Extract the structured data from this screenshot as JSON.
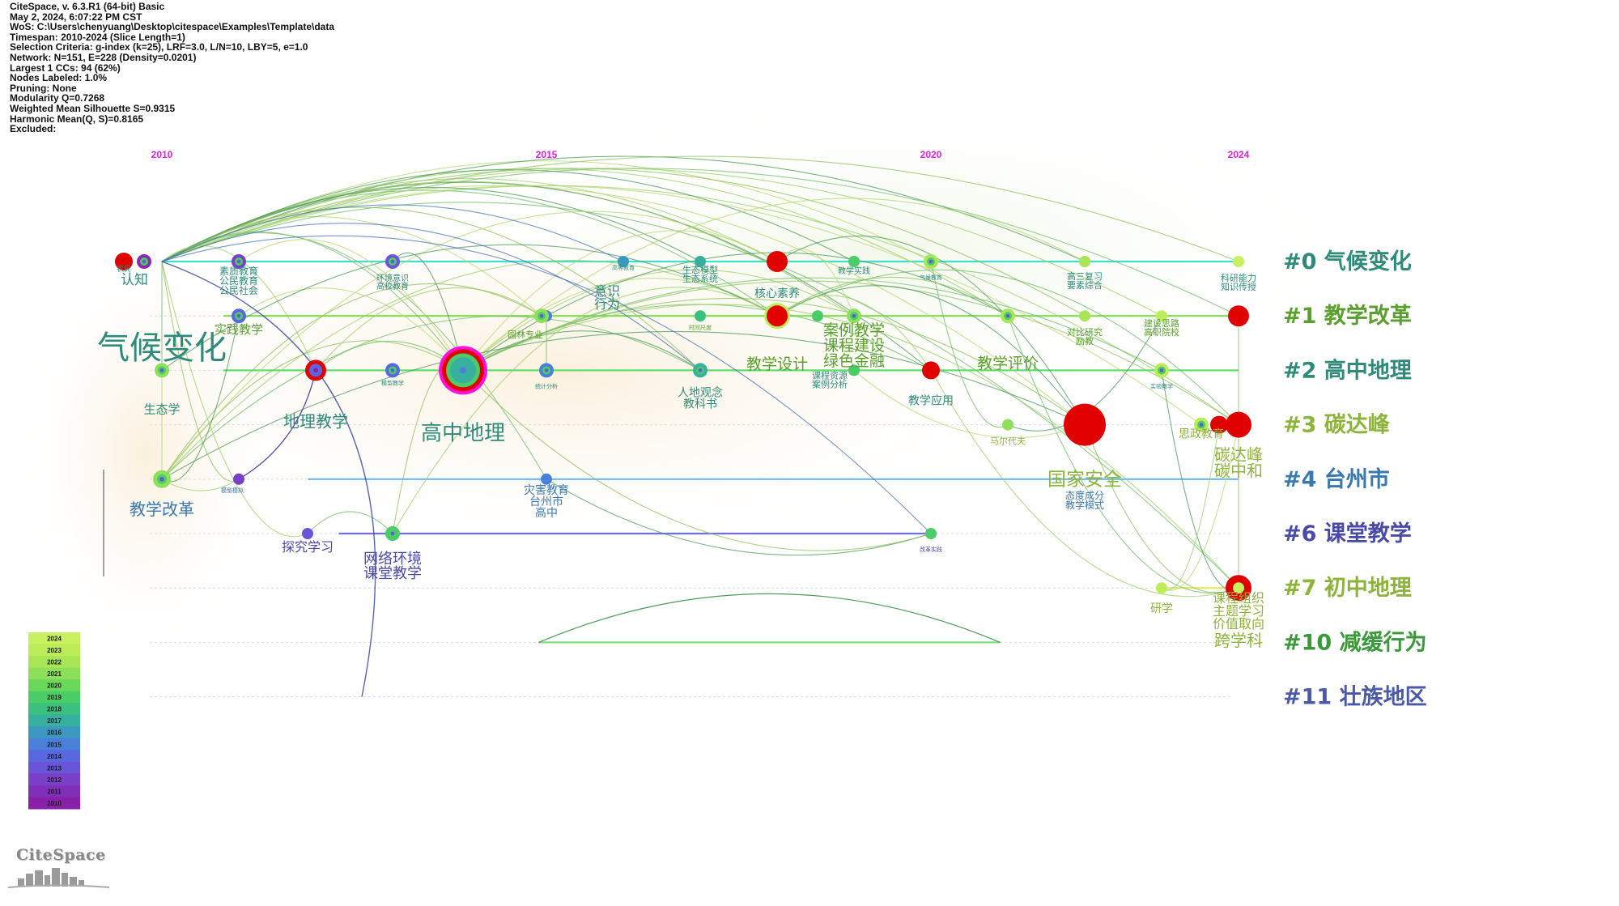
{
  "info_lines": [
    "CiteSpace, v. 6.3.R1 (64-bit) Basic",
    "May 2, 2024, 6:07:22 PM CST",
    "WoS: C:\\Users\\chenyuang\\Desktop\\citespace\\Examples\\Template\\data",
    "Timespan: 2010-2024 (Slice Length=1)",
    "Selection Criteria: g-index (k=25), LRF=3.0, L/N=10, LBY=5, e=1.0",
    "Network: N=151, E=228 (Density=0.0201)",
    "Largest 1 CCs: 94 (62%)",
    "Nodes Labeled: 1.0%",
    "Pruning: None",
    "Modularity Q=0.7268",
    "Weighted Mean Silhouette S=0.9315",
    "Harmonic Mean(Q, S)=0.8165",
    "Excluded:"
  ],
  "logo_text": "CiteSpace",
  "colors": {
    "year_label": "#e020e0",
    "burst": "#e00000",
    "centrality_ring": "#ff10e0"
  },
  "chart_data": {
    "type": "timeline",
    "x_axis": {
      "min": 2010,
      "max": 2024,
      "tick_labels": [
        "2010",
        "2015",
        "2020",
        "2024"
      ]
    },
    "clusters": [
      {
        "id": 0,
        "label": "#0 气候变化",
        "color": "#2e8b7a",
        "line_color": "#40e0d0",
        "x_range": [
          2010,
          2024
        ]
      },
      {
        "id": 1,
        "label": "#1 教学改革",
        "color": "#5aa02c",
        "line_color": "#7ee04a",
        "x_range": [
          2010.8,
          2024
        ]
      },
      {
        "id": 2,
        "label": "#2 高中地理",
        "color": "#2e8b7a",
        "line_color": "#5fe06a",
        "x_range": [
          2010.8,
          2024
        ]
      },
      {
        "id": 3,
        "label": "#3 碳达峰",
        "color": "#8db43a",
        "line_color": "#d8d8d8",
        "x_range": [
          2010,
          2024
        ]
      },
      {
        "id": 4,
        "label": "#4 台州市",
        "color": "#3a78b0",
        "line_color": "#6fb8ee",
        "x_range": [
          2011.9,
          2024
        ]
      },
      {
        "id": 6,
        "label": "#6 课堂教学",
        "color": "#4a4aa8",
        "line_color": "#7070d8",
        "x_range": [
          2012.3,
          2020
        ]
      },
      {
        "id": 7,
        "label": "#7 初中地理",
        "color": "#8db43a",
        "line_color": "#e0e860",
        "x_range": [
          2023,
          2024
        ]
      },
      {
        "id": 10,
        "label": "#10 减缓行为",
        "color": "#3a9a3a",
        "line_color": "#80e080",
        "x_range": [
          2014.9,
          2020.9
        ]
      },
      {
        "id": 11,
        "label": "#11 壮族地区",
        "color": "#4a5aa8",
        "line_color": "#d8d8d8",
        "x_range": [
          2010,
          2024
        ]
      }
    ],
    "year_colors": [
      {
        "year": "2024",
        "color": "#c8f060"
      },
      {
        "year": "2023",
        "color": "#bcec58"
      },
      {
        "year": "2022",
        "color": "#a8e658"
      },
      {
        "year": "2021",
        "color": "#8ee05a"
      },
      {
        "year": "2020",
        "color": "#6ad85a"
      },
      {
        "year": "2019",
        "color": "#4acc66"
      },
      {
        "year": "2018",
        "color": "#3cc080"
      },
      {
        "year": "2017",
        "color": "#38b0a0"
      },
      {
        "year": "2016",
        "color": "#3c98c0"
      },
      {
        "year": "2015",
        "color": "#4a80d8"
      },
      {
        "year": "2014",
        "color": "#5a68e0"
      },
      {
        "year": "2013",
        "color": "#6a54d8"
      },
      {
        "year": "2012",
        "color": "#7a40c8"
      },
      {
        "year": "2011",
        "color": "#8030b8"
      },
      {
        "year": "2010",
        "color": "#8820a8"
      }
    ],
    "nodes": [
      {
        "id": "n1",
        "c": 0,
        "year": 2010,
        "r": 3,
        "color": "#8a2ab0",
        "burst": true,
        "labels": [
          "农民"
        ],
        "fs": 9
      },
      {
        "id": "qh",
        "c": 0,
        "year": 2010,
        "r": 10,
        "color": "#66cc44",
        "ring": true,
        "labels": []
      },
      {
        "id": "rz",
        "c": 0,
        "year": 2010,
        "r": 2,
        "color": "#8a2ab0",
        "labels": [
          "认知"
        ],
        "fs": 17
      },
      {
        "id": "n2",
        "c": 0,
        "year": 2011,
        "r": 2,
        "color": "#7a40c8",
        "labels": [
          "素质教育",
          "公民教育",
          "公民社会"
        ],
        "fs": 12
      },
      {
        "id": "n3",
        "c": 0,
        "year": 2013,
        "r": 2,
        "color": "#6a54d8",
        "labels": [
          "环境意识",
          "高校教育"
        ],
        "fs": 10
      },
      {
        "id": "n4",
        "c": 0,
        "year": 2016,
        "r": 1,
        "color": "#3c98c0",
        "labels": [
          "高等教育"
        ],
        "fs": 7
      },
      {
        "id": "n5",
        "c": 0,
        "year": 2017,
        "r": 1,
        "color": "#38b0a0",
        "labels": [
          "生态模型",
          "生态系统"
        ],
        "fs": 11
      },
      {
        "id": "n6",
        "c": 0,
        "year": 2018,
        "r": 4,
        "color": "#e00000",
        "burst": true,
        "labels": [
          "核心素养"
        ],
        "fs": 14
      },
      {
        "id": "n7",
        "c": 0,
        "year": 2019,
        "r": 1,
        "color": "#4acc66",
        "labels": [
          "教学实践"
        ],
        "fs": 10
      },
      {
        "id": "n8",
        "c": 0,
        "year": 2020,
        "r": 2,
        "color": "#a8e658",
        "labels": [
          "气候教育"
        ],
        "fs": 7
      },
      {
        "id": "n9",
        "c": 0,
        "year": 2022,
        "r": 1,
        "color": "#a8e658",
        "labels": [
          "高三复习",
          "要素综合"
        ],
        "fs": 11
      },
      {
        "id": "n10",
        "c": 0,
        "year": 2024,
        "r": 1,
        "color": "#c8f060",
        "labels": [
          "科研能力",
          "知识传授"
        ],
        "fs": 11
      },
      {
        "id": "sy",
        "c": 0,
        "year": 2016,
        "r": 0,
        "color": "#3c98c0",
        "labels": [
          "意识",
          "行为"
        ],
        "fs": 16
      },
      {
        "id": "m1",
        "c": 1,
        "year": 2011,
        "r": 2,
        "color": "#5a68e0",
        "labels": [
          "实践教学"
        ],
        "fs": 15
      },
      {
        "id": "m2",
        "c": 1,
        "year": 2015,
        "r": 1,
        "color": "#4a80d8",
        "labels": [
          "园林专业"
        ],
        "fs": 11
      },
      {
        "id": "m3",
        "c": 1,
        "year": 2015,
        "r": 2,
        "color": "#8ee05a",
        "labels": []
      },
      {
        "id": "m4",
        "c": 1,
        "year": 2017,
        "r": 1,
        "color": "#3cc080",
        "labels": [
          "时间尺度"
        ],
        "fs": 7
      },
      {
        "id": "m5",
        "c": 1,
        "year": 2018,
        "r": 4,
        "color": "#e00000",
        "burst": true,
        "goldring": true,
        "labels": [
          "教学设计"
        ],
        "fs": 19
      },
      {
        "id": "m6",
        "c": 1,
        "year": 2018,
        "r": 1,
        "color": "#4acc66",
        "labels": []
      },
      {
        "id": "m7",
        "c": 1,
        "year": 2019,
        "r": 2,
        "color": "#8ee05a",
        "labels": [
          "案例教学",
          "课程建设",
          "绿色金融"
        ],
        "fs": 19
      },
      {
        "id": "m8",
        "c": 1,
        "year": 2021,
        "r": 2,
        "color": "#a8e658",
        "labels": [
          "教学评价"
        ],
        "fs": 19
      },
      {
        "id": "m9",
        "c": 1,
        "year": 2022,
        "r": 1,
        "color": "#a8e658",
        "labels": [
          "对比研究",
          "励教"
        ],
        "fs": 11
      },
      {
        "id": "m10",
        "c": 1,
        "year": 2023,
        "r": 1,
        "color": "#bcec58",
        "labels": [
          "建设思路",
          "高职院校"
        ],
        "fs": 11
      },
      {
        "id": "m11",
        "c": 1,
        "year": 2024,
        "r": 4,
        "color": "#e00000",
        "burst": true,
        "labels": []
      },
      {
        "id": "a1",
        "c": 2,
        "year": 2010,
        "r": 2,
        "color": "#8ee05a",
        "labels": [
          "生态学"
        ],
        "fs": 15
      },
      {
        "id": "a2",
        "c": 2,
        "year": 2012,
        "r": 4,
        "color": "#e00000",
        "burst": true,
        "labels": [
          "地理教学"
        ],
        "fs": 20
      },
      {
        "id": "a3",
        "c": 2,
        "year": 2013,
        "r": 2,
        "color": "#5a68e0",
        "labels": [
          "模型教学"
        ],
        "fs": 7
      },
      {
        "id": "a4",
        "c": 2,
        "year": 2014,
        "r": 6,
        "color": "#e00000",
        "burst": true,
        "ring": true,
        "labels": [
          "高中地理"
        ],
        "fs": 26
      },
      {
        "id": "a5",
        "c": 2,
        "year": 2015,
        "r": 2,
        "color": "#4a80d8",
        "labels": [
          "统计分析"
        ],
        "fs": 7
      },
      {
        "id": "a6",
        "c": 2,
        "year": 2017,
        "r": 2,
        "color": "#38b0a0",
        "labels": [
          "人地观念",
          "教科书"
        ],
        "fs": 14
      },
      {
        "id": "a7",
        "c": 2,
        "year": 2019,
        "r": 1,
        "color": "#4acc66",
        "labels": [
          "课程资源",
          "案例分析"
        ],
        "fs": 11
      },
      {
        "id": "a8",
        "c": 2,
        "year": 2020,
        "r": 3,
        "color": "#e00000",
        "burst": true,
        "labels": [
          "教学应用"
        ],
        "fs": 14
      },
      {
        "id": "a9",
        "c": 2,
        "year": 2023,
        "r": 2,
        "color": "#bcec58",
        "labels": [
          "实验教学"
        ],
        "fs": 7
      },
      {
        "id": "b1",
        "c": 3,
        "year": 2021,
        "r": 1,
        "color": "#8ee05a",
        "labels": [
          "马尔代夫"
        ],
        "fs": 11
      },
      {
        "id": "b2",
        "c": 3,
        "year": 2022,
        "r": 6,
        "color": "#e00000",
        "burst": true,
        "labels": [
          "国家安全"
        ],
        "fs": 23
      },
      {
        "id": "b3",
        "c": 3,
        "year": 2023,
        "r": 2,
        "color": "#bcec58",
        "labels": [
          "思政教育"
        ],
        "fs": 14
      },
      {
        "id": "b4",
        "c": 3,
        "year": 2023,
        "r": 3,
        "color": "#e00000",
        "burst": true,
        "labels": []
      },
      {
        "id": "b5",
        "c": 3,
        "year": 2024,
        "r": 5,
        "color": "#e00000",
        "burst": true,
        "labels": [
          "碳达峰",
          "碳中和"
        ],
        "fs": 20
      },
      {
        "id": "t1",
        "c": 4,
        "year": 2010,
        "r": 3,
        "color": "#8ee05a",
        "labels": [
          "教学改革"
        ],
        "fs": 20
      },
      {
        "id": "t2",
        "c": 4,
        "year": 2011,
        "r": 1,
        "color": "#7a40c8",
        "labels": [
          "模型模拟"
        ],
        "fs": 7
      },
      {
        "id": "t3",
        "c": 4,
        "year": 2015,
        "r": 1,
        "color": "#4a80d8",
        "labels": [
          "灾害教育",
          "台州市",
          "高中"
        ],
        "fs": 14
      },
      {
        "id": "t4",
        "c": 4,
        "year": 2022,
        "r": 0,
        "color": "#a8e658",
        "labels": [
          "态度成分",
          "教学模式"
        ],
        "fs": 12
      },
      {
        "id": "k1",
        "c": 6,
        "year": 2012,
        "r": 1,
        "color": "#6a54d8",
        "labels": [
          "探究学习"
        ],
        "fs": 16
      },
      {
        "id": "k2",
        "c": 6,
        "year": 2013,
        "r": 2,
        "color": "#4acc66",
        "labels": [
          "网络环境",
          "课堂教学"
        ],
        "fs": 18
      },
      {
        "id": "k3",
        "c": 6,
        "year": 2020,
        "r": 1,
        "color": "#4acc66",
        "labels": [
          "改革实践"
        ],
        "fs": 7
      },
      {
        "id": "j1",
        "c": 7,
        "year": 2023,
        "r": 1,
        "color": "#bcec58",
        "labels": [
          "研学"
        ],
        "fs": 14
      },
      {
        "id": "j2",
        "c": 7,
        "year": 2024,
        "r": 5,
        "color": "#e00000",
        "burst": true,
        "labels": [
          "跨学科"
        ],
        "fs": 20
      },
      {
        "id": "j3",
        "c": 7,
        "year": 2024,
        "r": 1,
        "color": "#c8f060",
        "labels": [
          "课程组织",
          "主题学习",
          "价值取向"
        ],
        "fs": 16
      }
    ]
  }
}
